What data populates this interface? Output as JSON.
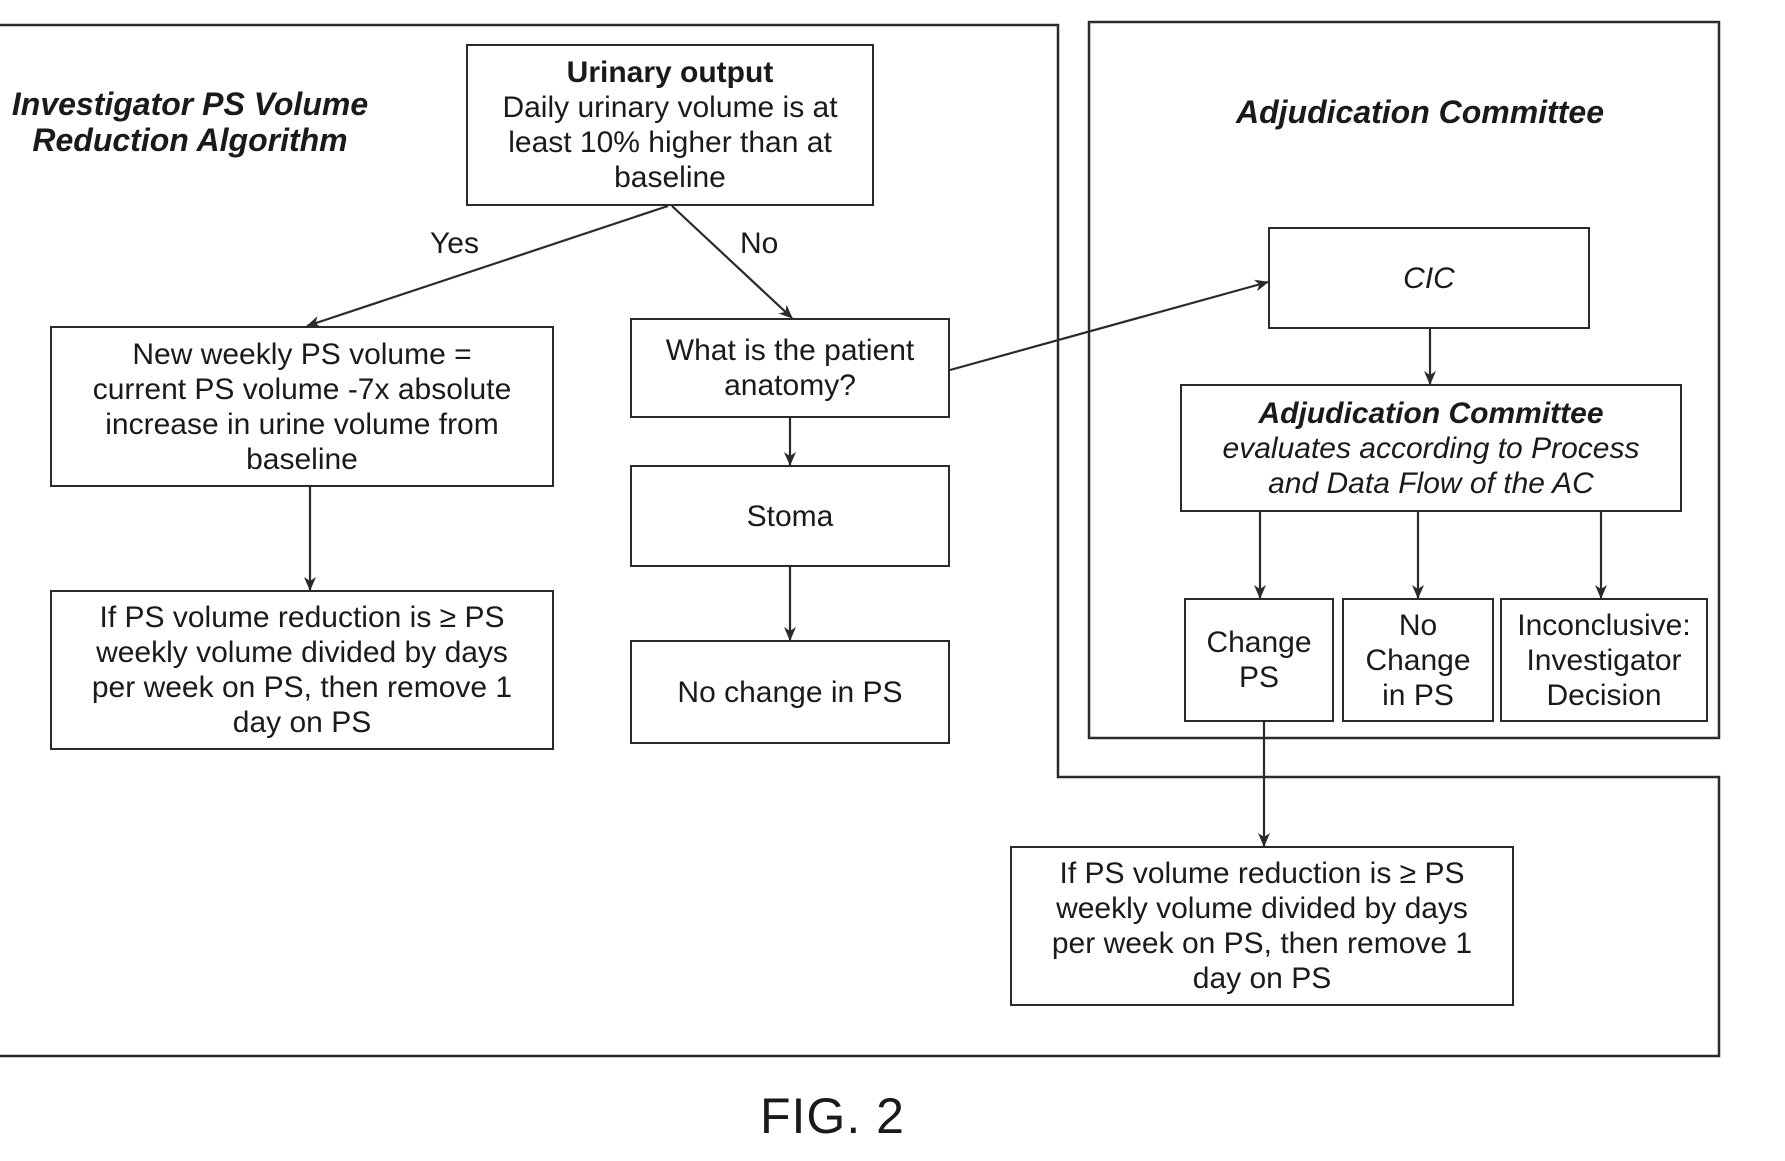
{
  "panels": {
    "investigator_title": [
      "Investigator PS Volume",
      "Reduction Algorithm"
    ],
    "committee_title": "Adjudication Committee"
  },
  "nodes": {
    "urinary_output": {
      "title": "Urinary output",
      "lines": [
        "Daily urinary volume is at",
        "least 10% higher than at",
        "baseline"
      ]
    },
    "new_weekly_volume": {
      "lines": [
        "New weekly PS volume =",
        "current PS volume -7x absolute",
        "increase in urine volume from",
        "baseline"
      ]
    },
    "reduction_rule_left": {
      "lines": [
        "If PS volume reduction is ≥ PS",
        "weekly volume divided by days",
        "per week on PS, then remove 1",
        "day on PS"
      ]
    },
    "patient_anatomy": {
      "lines": [
        "What is the patient",
        "anatomy?"
      ]
    },
    "stoma": {
      "label": "Stoma"
    },
    "no_change_ps": {
      "label": "No change in PS"
    },
    "cic": {
      "label": "CIC"
    },
    "adjudication_committee": {
      "title": "Adjudication Committee",
      "lines": [
        "evaluates according to Process",
        "and Data Flow of the AC"
      ]
    },
    "change_ps": {
      "lines": [
        "Change",
        "PS"
      ]
    },
    "no_change_in_ps": {
      "lines": [
        "No",
        "Change",
        "in PS"
      ]
    },
    "inconclusive": {
      "lines": [
        "Inconclusive:",
        "Investigator",
        "Decision"
      ]
    },
    "reduction_rule_bottom": {
      "lines": [
        "If PS volume reduction is ≥ PS",
        "weekly volume divided by days",
        "per week on PS, then remove 1",
        "day on PS"
      ]
    }
  },
  "edges": {
    "yes_label": "Yes",
    "no_label": "No"
  },
  "figure_label": "FIG. 2"
}
